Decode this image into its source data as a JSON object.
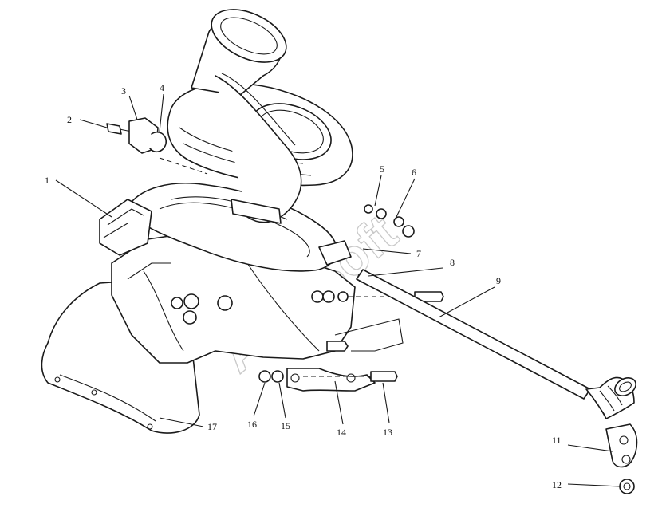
{
  "watermark": "AvtoSoft",
  "callouts": [
    {
      "id": "1",
      "label": "1"
    },
    {
      "id": "2",
      "label": "2"
    },
    {
      "id": "3",
      "label": "3"
    },
    {
      "id": "4",
      "label": "4"
    },
    {
      "id": "5",
      "label": "5"
    },
    {
      "id": "6",
      "label": "6"
    },
    {
      "id": "7",
      "label": "7"
    },
    {
      "id": "8",
      "label": "8"
    },
    {
      "id": "9",
      "label": "9"
    },
    {
      "id": "11",
      "label": "11"
    },
    {
      "id": "12",
      "label": "12"
    },
    {
      "id": "13",
      "label": "13"
    },
    {
      "id": "14",
      "label": "14"
    },
    {
      "id": "15",
      "label": "15"
    },
    {
      "id": "16",
      "label": "16"
    },
    {
      "id": "17",
      "label": "17"
    }
  ]
}
